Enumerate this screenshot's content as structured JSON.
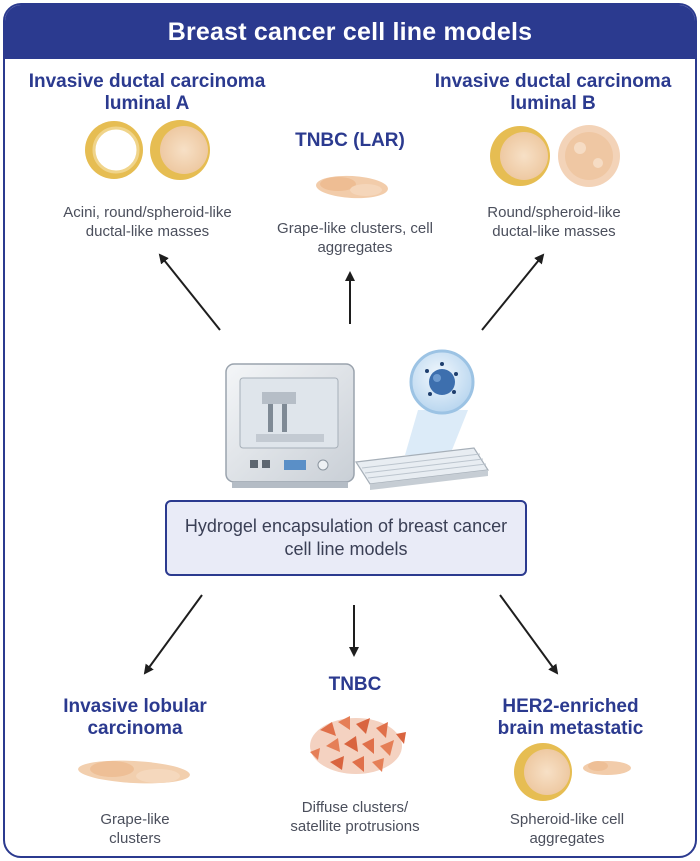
{
  "header": {
    "title": "Breast cancer cell line models"
  },
  "center": {
    "label": "Hydrogel encapsulation of breast cancer cell line models"
  },
  "top_left": {
    "title": "Invasive ductal carcinoma luminal A",
    "desc": "Acini, round/spheroid-like ductal-like masses"
  },
  "top_center": {
    "title": "TNBC (LAR)",
    "desc": "Grape-like clusters, cell aggregates"
  },
  "top_right": {
    "title": "Invasive ductal carcinoma luminal B",
    "desc": "Round/spheroid-like ductal-like masses"
  },
  "bottom_left": {
    "title": "Invasive lobular carcinoma",
    "desc": "Grape-like clusters"
  },
  "bottom_center": {
    "title": "TNBC",
    "desc": "Diffuse clusters/ satellite protrusions"
  },
  "bottom_right": {
    "title": "HER2-enriched brain metastatic",
    "desc": "Spheroid-like cell aggregates"
  },
  "colors": {
    "brand": "#2b3a8f",
    "box_fill": "#e9ebf7",
    "spheroid": "#e8c45a",
    "cells": "#f0c9a3",
    "tnbc": "#e0704a"
  },
  "icons": [
    "bioprinter-icon",
    "well-plate-icon",
    "magnified-cell-icon"
  ]
}
